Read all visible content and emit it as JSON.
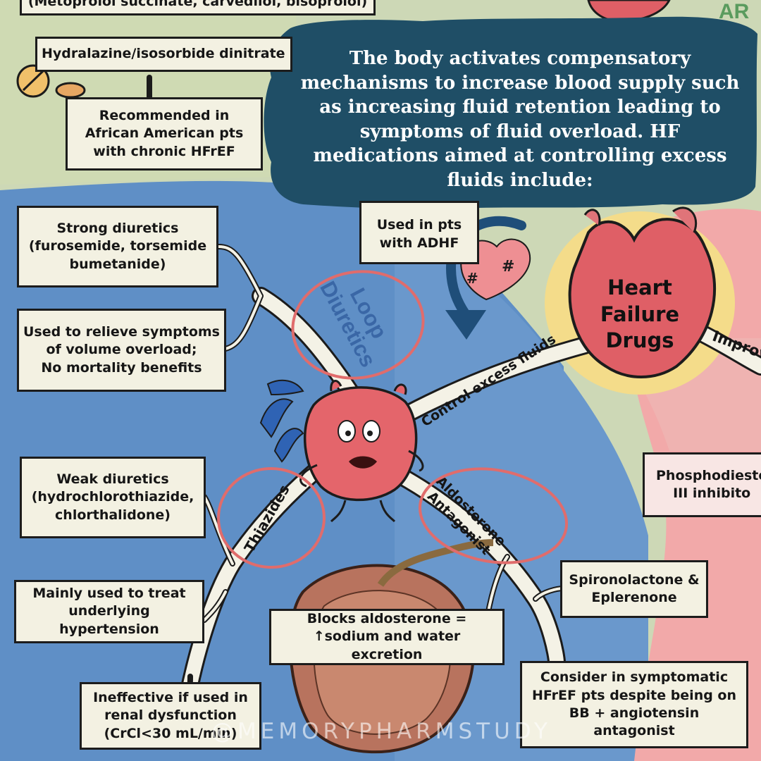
{
  "callout": {
    "text": "The body activates compensatory mechanisms to increase blood supply such as increasing fluid retention leading to symptoms of fluid overload. HF medications aimed at controlling excess fluids include:"
  },
  "center": {
    "title": "Heart\nFailure\nDrugs"
  },
  "branches": {
    "control_excess_fluids": "Control excess fluids",
    "improve": "Improv",
    "loop_diuretics": "Loop\nDiuretics",
    "thiazides": "Thiazides",
    "aldosterone_antagonist": "Aldosterone\nAntagonist"
  },
  "top_boxes": {
    "beta_blockers": "(Metoprolol succinate, carvedilol, bisoprolol)",
    "hydralazine": "Hydralazine/isosorbide dinitrate",
    "recommended": "Recommended in\nAfrican American pts\nwith chronic HFrEF",
    "adhf": "Used in pts\nwith ADHF",
    "pde": "Phosphodieste\nIII inhibito",
    "ara_partial": "AR"
  },
  "loop_boxes": {
    "strong": "Strong diuretics\n(furosemide, torsemide\nbumetanide)",
    "relieve": "Used to relieve symptoms\nof volume overload;\nNo mortality benefits"
  },
  "thiazide_boxes": {
    "weak": "Weak diuretics\n(hydrochlorothiazide,\nchlorthalidone)",
    "hypertension": "Mainly used to treat\nunderlying hypertension",
    "renal": "Ineffective if used in\nrenal dysfunction\n(CrCl<30 mL/min)"
  },
  "aldo_boxes": {
    "spiro": "Spironolactone &\nEplerenone",
    "blocks_line1": "Blocks aldosterone =",
    "blocks_arrow": "↑",
    "blocks_line2": "sodium and water excretion",
    "consider": "Consider in symptomatic\nHFrEF pts despite being on\nBB + angiotensin antagonist"
  },
  "watermark": "@MEMORYPHARMSTUDY"
}
